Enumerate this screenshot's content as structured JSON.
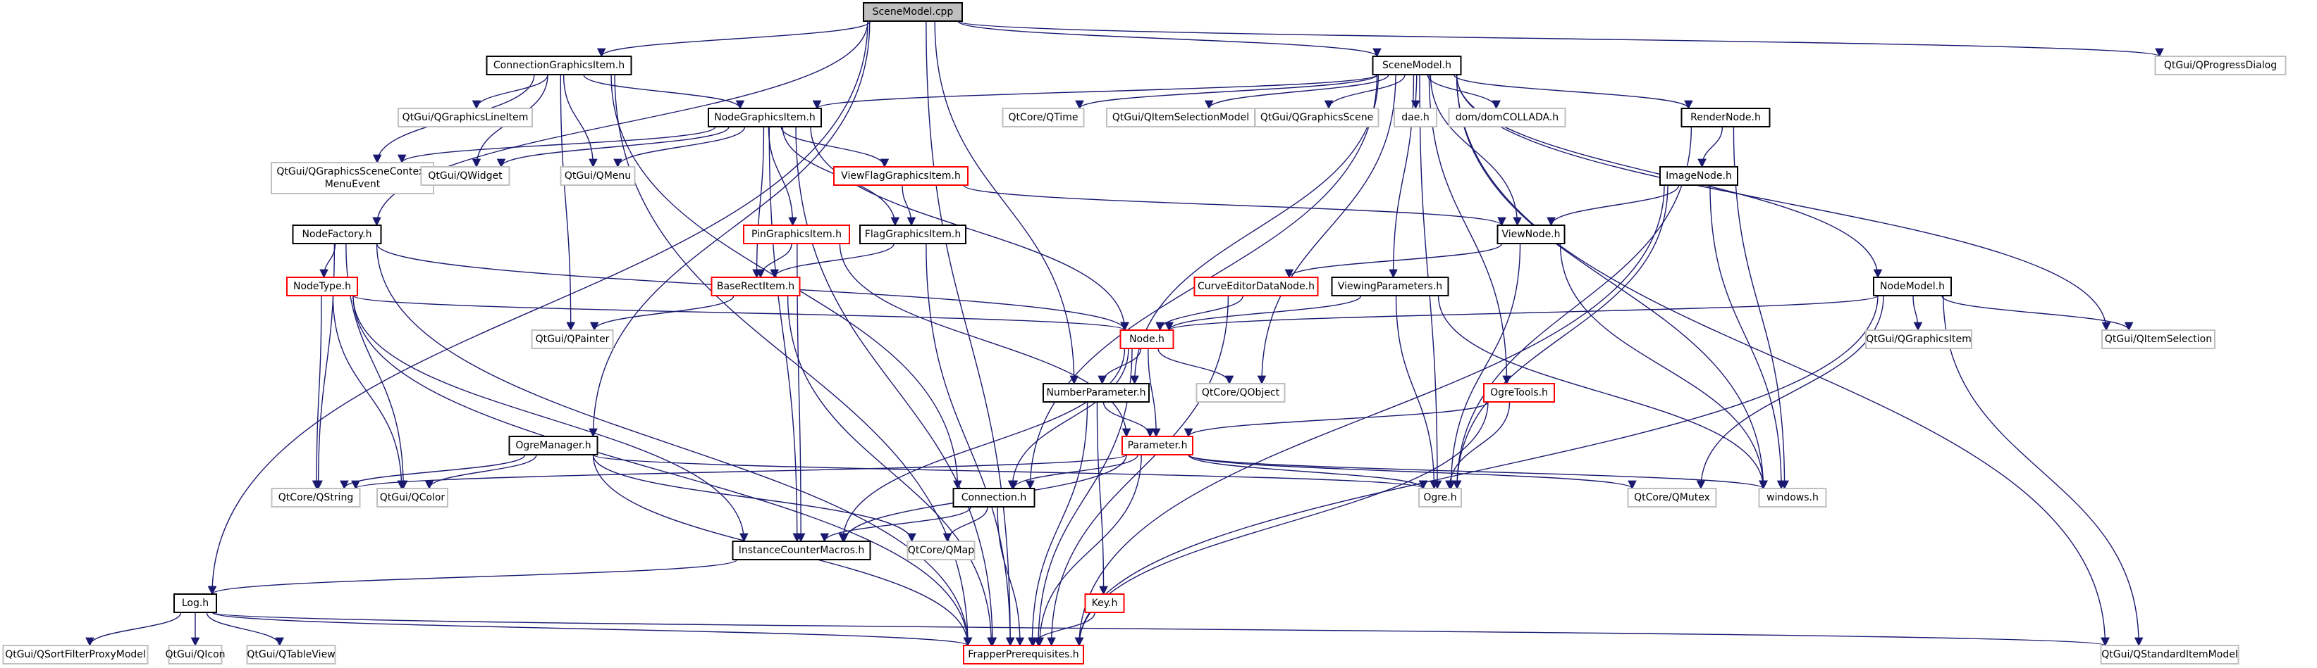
{
  "colors": {
    "normal": "#000000",
    "ext": "#bfbfbf",
    "link": "#ff0000",
    "root_fill": "#bfbfbf",
    "edge": "#191970",
    "text": "#000000"
  },
  "nodes": [
    {
      "id": "SceneModel.cpp",
      "label": "SceneModel.cpp",
      "kind": "root"
    },
    {
      "id": "ConnectionGraphicsItem.h",
      "label": "ConnectionGraphicsItem.h",
      "kind": "normal"
    },
    {
      "id": "SceneModel.h",
      "label": "SceneModel.h",
      "kind": "normal"
    },
    {
      "id": "QProgressDialog",
      "label": "QtGui/QProgressDialog",
      "kind": "ext"
    },
    {
      "id": "QGraphicsLineItem",
      "label": "QtGui/QGraphicsLineItem",
      "kind": "ext"
    },
    {
      "id": "NodeGraphicsItem.h",
      "label": "NodeGraphicsItem.h",
      "kind": "normal"
    },
    {
      "id": "QTime",
      "label": "QtCore/QTime",
      "kind": "ext"
    },
    {
      "id": "QItemSelectionModel",
      "label": "QtGui/QItemSelectionModel",
      "kind": "ext"
    },
    {
      "id": "QGraphicsScene",
      "label": "QtGui/QGraphicsScene",
      "kind": "ext"
    },
    {
      "id": "dae.h",
      "label": "dae.h",
      "kind": "ext"
    },
    {
      "id": "domCOLLADA.h",
      "label": "dom/domCOLLADA.h",
      "kind": "ext"
    },
    {
      "id": "RenderNode.h",
      "label": "RenderNode.h",
      "kind": "normal"
    },
    {
      "id": "QGraphicsSceneContextMenuEvent",
      "label": "QtGui/QGraphicsSceneContext MenuEvent",
      "kind": "ext"
    },
    {
      "id": "QWidget",
      "label": "QtGui/QWidget",
      "kind": "ext"
    },
    {
      "id": "QMenu",
      "label": "QtGui/QMenu",
      "kind": "ext"
    },
    {
      "id": "ViewFlagGraphicsItem.h",
      "label": "ViewFlagGraphicsItem.h",
      "kind": "link"
    },
    {
      "id": "ImageNode.h",
      "label": "ImageNode.h",
      "kind": "normal"
    },
    {
      "id": "NodeFactory.h",
      "label": "NodeFactory.h",
      "kind": "normal"
    },
    {
      "id": "PinGraphicsItem.h",
      "label": "PinGraphicsItem.h",
      "kind": "link"
    },
    {
      "id": "FlagGraphicsItem.h",
      "label": "FlagGraphicsItem.h",
      "kind": "normal"
    },
    {
      "id": "ViewNode.h",
      "label": "ViewNode.h",
      "kind": "normal"
    },
    {
      "id": "NodeType.h",
      "label": "NodeType.h",
      "kind": "link"
    },
    {
      "id": "BaseRectItem.h",
      "label": "BaseRectItem.h",
      "kind": "link"
    },
    {
      "id": "CurveEditorDataNode.h",
      "label": "CurveEditorDataNode.h",
      "kind": "link"
    },
    {
      "id": "ViewingParameters.h",
      "label": "ViewingParameters.h",
      "kind": "normal"
    },
    {
      "id": "NodeModel.h",
      "label": "NodeModel.h",
      "kind": "normal"
    },
    {
      "id": "QPainter",
      "label": "QtGui/QPainter",
      "kind": "ext"
    },
    {
      "id": "Node.h",
      "label": "Node.h",
      "kind": "link"
    },
    {
      "id": "QGraphicsItem",
      "label": "QtGui/QGraphicsItem",
      "kind": "ext"
    },
    {
      "id": "QItemSelection",
      "label": "QtGui/QItemSelection",
      "kind": "ext"
    },
    {
      "id": "NumberParameter.h",
      "label": "NumberParameter.h",
      "kind": "normal"
    },
    {
      "id": "QObject",
      "label": "QtCore/QObject",
      "kind": "ext"
    },
    {
      "id": "OgreTools.h",
      "label": "OgreTools.h",
      "kind": "link"
    },
    {
      "id": "OgreManager.h",
      "label": "OgreManager.h",
      "kind": "normal"
    },
    {
      "id": "Parameter.h",
      "label": "Parameter.h",
      "kind": "link"
    },
    {
      "id": "QString",
      "label": "QtCore/QString",
      "kind": "ext"
    },
    {
      "id": "QColor",
      "label": "QtGui/QColor",
      "kind": "ext"
    },
    {
      "id": "Connection.h",
      "label": "Connection.h",
      "kind": "normal"
    },
    {
      "id": "Ogre.h",
      "label": "Ogre.h",
      "kind": "ext"
    },
    {
      "id": "QMutex",
      "label": "QtCore/QMutex",
      "kind": "ext"
    },
    {
      "id": "windows.h",
      "label": "windows.h",
      "kind": "ext"
    },
    {
      "id": "InstanceCounterMacros.h",
      "label": "InstanceCounterMacros.h",
      "kind": "normal"
    },
    {
      "id": "QMap",
      "label": "QtCore/QMap",
      "kind": "ext"
    },
    {
      "id": "Log.h",
      "label": "Log.h",
      "kind": "normal"
    },
    {
      "id": "Key.h",
      "label": "Key.h",
      "kind": "link"
    },
    {
      "id": "QSortFilterProxyModel",
      "label": "QtGui/QSortFilterProxyModel",
      "kind": "ext"
    },
    {
      "id": "QIcon",
      "label": "QtGui/QIcon",
      "kind": "ext"
    },
    {
      "id": "QTableView",
      "label": "QtGui/QTableView",
      "kind": "ext"
    },
    {
      "id": "FrapperPrerequisites.h",
      "label": "FrapperPrerequisites.h",
      "kind": "link"
    },
    {
      "id": "QStandardItemModel",
      "label": "QtGui/QStandardItemModel",
      "kind": "ext"
    }
  ],
  "edges": [
    [
      "SceneModel.cpp",
      "ConnectionGraphicsItem.h"
    ],
    [
      "SceneModel.cpp",
      "SceneModel.h"
    ],
    [
      "SceneModel.cpp",
      "QProgressDialog"
    ],
    [
      "SceneModel.cpp",
      "NodeFactory.h"
    ],
    [
      "SceneModel.cpp",
      "OgreManager.h"
    ],
    [
      "SceneModel.cpp",
      "Log.h"
    ],
    [
      "SceneModel.cpp",
      "NumberParameter.h"
    ],
    [
      "SceneModel.cpp",
      "FrapperPrerequisites.h"
    ],
    [
      "ConnectionGraphicsItem.h",
      "QGraphicsLineItem"
    ],
    [
      "ConnectionGraphicsItem.h",
      "NodeGraphicsItem.h"
    ],
    [
      "ConnectionGraphicsItem.h",
      "QGraphicsSceneContextMenuEvent"
    ],
    [
      "ConnectionGraphicsItem.h",
      "QWidget"
    ],
    [
      "ConnectionGraphicsItem.h",
      "QMenu"
    ],
    [
      "ConnectionGraphicsItem.h",
      "QPainter"
    ],
    [
      "ConnectionGraphicsItem.h",
      "Connection.h"
    ],
    [
      "ConnectionGraphicsItem.h",
      "FrapperPrerequisites.h"
    ],
    [
      "SceneModel.h",
      "NodeGraphicsItem.h"
    ],
    [
      "SceneModel.h",
      "QTime"
    ],
    [
      "SceneModel.h",
      "QItemSelectionModel"
    ],
    [
      "SceneModel.h",
      "QGraphicsScene"
    ],
    [
      "SceneModel.h",
      "dae.h"
    ],
    [
      "SceneModel.h",
      "domCOLLADA.h"
    ],
    [
      "SceneModel.h",
      "RenderNode.h"
    ],
    [
      "SceneModel.h",
      "NodeModel.h"
    ],
    [
      "SceneModel.h",
      "ViewNode.h"
    ],
    [
      "SceneModel.h",
      "ViewingParameters.h"
    ],
    [
      "SceneModel.h",
      "OgreTools.h"
    ],
    [
      "SceneModel.h",
      "NumberParameter.h"
    ],
    [
      "SceneModel.h",
      "QObject"
    ],
    [
      "SceneModel.h",
      "Ogre.h"
    ],
    [
      "SceneModel.h",
      "windows.h"
    ],
    [
      "SceneModel.h",
      "QItemSelection"
    ],
    [
      "SceneModel.h",
      "QStandardItemModel"
    ],
    [
      "SceneModel.h",
      "Connection.h"
    ],
    [
      "NodeGraphicsItem.h",
      "QGraphicsSceneContextMenuEvent"
    ],
    [
      "NodeGraphicsItem.h",
      "QWidget"
    ],
    [
      "NodeGraphicsItem.h",
      "QMenu"
    ],
    [
      "NodeGraphicsItem.h",
      "ViewFlagGraphicsItem.h"
    ],
    [
      "NodeGraphicsItem.h",
      "PinGraphicsItem.h"
    ],
    [
      "NodeGraphicsItem.h",
      "FlagGraphicsItem.h"
    ],
    [
      "NodeGraphicsItem.h",
      "BaseRectItem.h"
    ],
    [
      "NodeGraphicsItem.h",
      "Node.h"
    ],
    [
      "NodeGraphicsItem.h",
      "InstanceCounterMacros.h"
    ],
    [
      "NodeGraphicsItem.h",
      "FrapperPrerequisites.h"
    ],
    [
      "RenderNode.h",
      "ImageNode.h"
    ],
    [
      "RenderNode.h",
      "Ogre.h"
    ],
    [
      "RenderNode.h",
      "windows.h"
    ],
    [
      "ImageNode.h",
      "ViewNode.h"
    ],
    [
      "ImageNode.h",
      "Ogre.h"
    ],
    [
      "ImageNode.h",
      "windows.h"
    ],
    [
      "ImageNode.h",
      "FrapperPrerequisites.h"
    ],
    [
      "ViewFlagGraphicsItem.h",
      "ViewNode.h"
    ],
    [
      "ViewFlagGraphicsItem.h",
      "FlagGraphicsItem.h"
    ],
    [
      "PinGraphicsItem.h",
      "BaseRectItem.h"
    ],
    [
      "PinGraphicsItem.h",
      "Parameter.h"
    ],
    [
      "PinGraphicsItem.h",
      "InstanceCounterMacros.h"
    ],
    [
      "FlagGraphicsItem.h",
      "BaseRectItem.h"
    ],
    [
      "FlagGraphicsItem.h",
      "FrapperPrerequisites.h"
    ],
    [
      "BaseRectItem.h",
      "QPainter"
    ],
    [
      "BaseRectItem.h",
      "FrapperPrerequisites.h"
    ],
    [
      "ViewNode.h",
      "CurveEditorDataNode.h"
    ],
    [
      "ViewNode.h",
      "Ogre.h"
    ],
    [
      "ViewNode.h",
      "windows.h"
    ],
    [
      "NodeFactory.h",
      "NodeType.h"
    ],
    [
      "NodeFactory.h",
      "Node.h"
    ],
    [
      "NodeFactory.h",
      "QString"
    ],
    [
      "NodeFactory.h",
      "QColor"
    ],
    [
      "NodeFactory.h",
      "FrapperPrerequisites.h"
    ],
    [
      "NodeType.h",
      "Node.h"
    ],
    [
      "NodeType.h",
      "QString"
    ],
    [
      "NodeType.h",
      "QColor"
    ],
    [
      "NodeType.h",
      "InstanceCounterMacros.h"
    ],
    [
      "NodeType.h",
      "FrapperPrerequisites.h"
    ],
    [
      "CurveEditorDataNode.h",
      "Node.h"
    ],
    [
      "CurveEditorDataNode.h",
      "FrapperPrerequisites.h"
    ],
    [
      "ViewingParameters.h",
      "Node.h"
    ],
    [
      "ViewingParameters.h",
      "Ogre.h"
    ],
    [
      "ViewingParameters.h",
      "windows.h"
    ],
    [
      "NodeModel.h",
      "Node.h"
    ],
    [
      "NodeModel.h",
      "QGraphicsItem"
    ],
    [
      "NodeModel.h",
      "QItemSelection"
    ],
    [
      "NodeModel.h",
      "QStandardItemModel"
    ],
    [
      "NodeModel.h",
      "QMutex"
    ],
    [
      "NodeModel.h",
      "FrapperPrerequisites.h"
    ],
    [
      "Node.h",
      "NumberParameter.h"
    ],
    [
      "Node.h",
      "QObject"
    ],
    [
      "Node.h",
      "Parameter.h"
    ],
    [
      "Node.h",
      "Connection.h"
    ],
    [
      "Node.h",
      "InstanceCounterMacros.h"
    ],
    [
      "Node.h",
      "FrapperPrerequisites.h"
    ],
    [
      "NumberParameter.h",
      "Parameter.h"
    ],
    [
      "NumberParameter.h",
      "Key.h"
    ],
    [
      "NumberParameter.h",
      "FrapperPrerequisites.h"
    ],
    [
      "OgreTools.h",
      "Parameter.h"
    ],
    [
      "OgreTools.h",
      "Ogre.h"
    ],
    [
      "OgreTools.h",
      "FrapperPrerequisites.h"
    ],
    [
      "OgreManager.h",
      "QString"
    ],
    [
      "OgreManager.h",
      "QColor"
    ],
    [
      "OgreManager.h",
      "Ogre.h"
    ],
    [
      "OgreManager.h",
      "QMap"
    ],
    [
      "OgreManager.h",
      "FrapperPrerequisites.h"
    ],
    [
      "Parameter.h",
      "QString"
    ],
    [
      "Parameter.h",
      "Ogre.h"
    ],
    [
      "Parameter.h",
      "QMutex"
    ],
    [
      "Parameter.h",
      "windows.h"
    ],
    [
      "Parameter.h",
      "Connection.h"
    ],
    [
      "Parameter.h",
      "InstanceCounterMacros.h"
    ],
    [
      "Parameter.h",
      "FrapperPrerequisites.h"
    ],
    [
      "Connection.h",
      "InstanceCounterMacros.h"
    ],
    [
      "Connection.h",
      "QMap"
    ],
    [
      "Connection.h",
      "FrapperPrerequisites.h"
    ],
    [
      "InstanceCounterMacros.h",
      "Log.h"
    ],
    [
      "Log.h",
      "QSortFilterProxyModel"
    ],
    [
      "Log.h",
      "QIcon"
    ],
    [
      "Log.h",
      "QTableView"
    ],
    [
      "Log.h",
      "QStandardItemModel"
    ],
    [
      "Log.h",
      "FrapperPrerequisites.h"
    ],
    [
      "Key.h",
      "FrapperPrerequisites.h"
    ]
  ]
}
